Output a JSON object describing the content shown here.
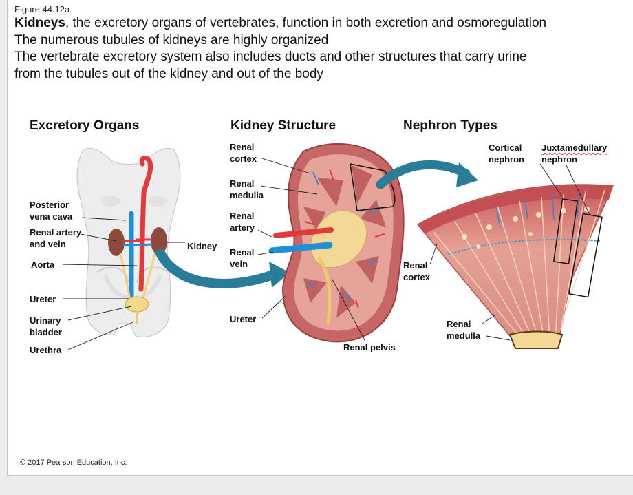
{
  "figure_label": "Figure 44.12a",
  "text": {
    "line1_bold": "Kidneys",
    "line1_rest": ", the excretory organs of vertebrates, function in both excretion and osmoregulation",
    "line2": "The numerous tubules of kidneys are highly organized",
    "line3": "The vertebrate excretory system also includes ducts and other structures that carry urine",
    "line4": "from the tubules out of the kidney and out of the body"
  },
  "headings": {
    "excretory_organs": "Excretory Organs",
    "kidney_structure": "Kidney Structure",
    "nephron_types": "Nephron Types"
  },
  "labels_organs": {
    "posterior_vena_cava_1": "Posterior",
    "posterior_vena_cava_2": "vena cava",
    "renal_artery_vein_1": "Renal artery",
    "renal_artery_vein_2": "and vein",
    "aorta": "Aorta",
    "ureter": "Ureter",
    "urinary_bladder_1": "Urinary",
    "urinary_bladder_2": "bladder",
    "urethra": "Urethra",
    "kidney": "Kidney"
  },
  "labels_kidney": {
    "renal_cortex_1": "Renal",
    "renal_cortex_2": "cortex",
    "renal_medulla_1": "Renal",
    "renal_medulla_2": "medulla",
    "renal_artery_1": "Renal",
    "renal_artery_2": "artery",
    "renal_vein_1": "Renal",
    "renal_vein_2": "vein",
    "ureter": "Ureter",
    "renal_pelvis": "Renal pelvis"
  },
  "labels_nephron": {
    "cortical_1": "Cortical",
    "cortical_2": "nephron",
    "juxta_1": "Juxtamedullary",
    "juxta_2": "nephron",
    "renal_cortex_1": "Renal",
    "renal_cortex_2": "cortex",
    "renal_medulla_1": "Renal",
    "renal_medulla_2": "medulla"
  },
  "copyright": "© 2017 Pearson Education, Inc.",
  "colors": {
    "artery_red": "#e23a3a",
    "vein_blue": "#1f8fd6",
    "kidney_tissue": "#d98080",
    "arrow_teal": "#2a7d98"
  }
}
